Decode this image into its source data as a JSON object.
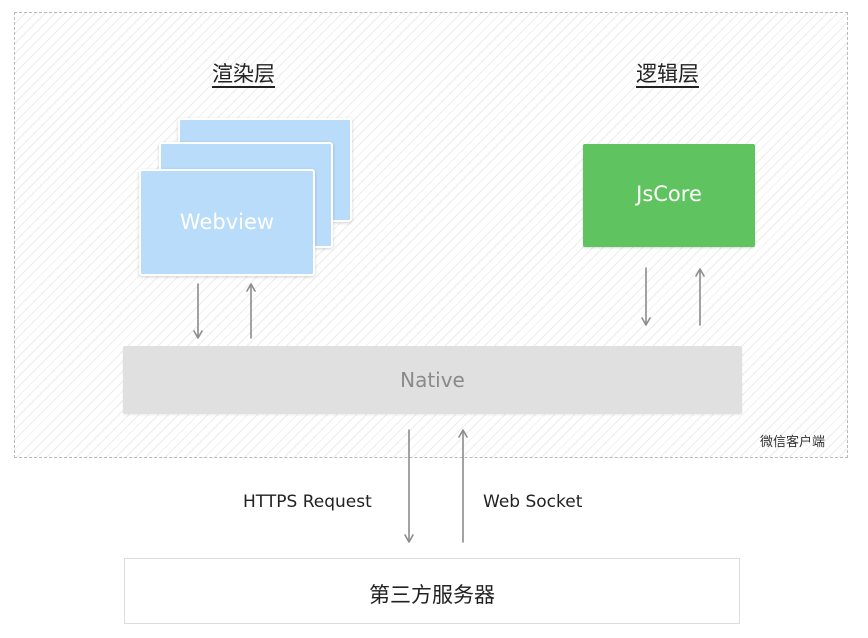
{
  "render_layer": {
    "title": "渲染层",
    "webview_label": "Webview"
  },
  "logic_layer": {
    "title": "逻辑层",
    "jscore_label": "JsCore"
  },
  "native": {
    "label": "Native"
  },
  "client": {
    "label": "微信客户端"
  },
  "connections": {
    "https_label": "HTTPS Request",
    "websocket_label": "Web Socket"
  },
  "server": {
    "label": "第三方服务器"
  },
  "colors": {
    "webview": "#b9dcfb",
    "jscore": "#5fc45f",
    "native": "#e0e0e0",
    "arrow": "#8c8c8c"
  }
}
